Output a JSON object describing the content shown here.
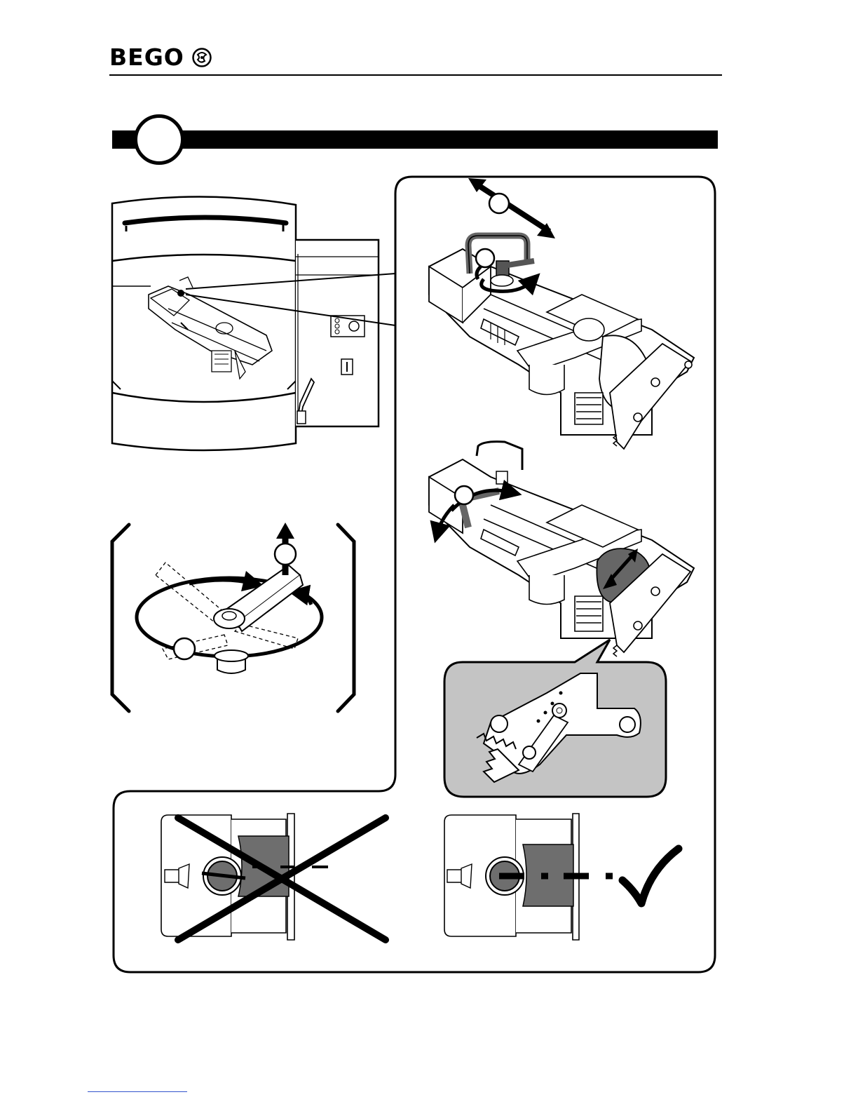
{
  "brand": {
    "name": "BEGO",
    "logo_icon": "bego-swirl-emblem-icon"
  },
  "section": {
    "number_badge": ""
  },
  "illustrations": {
    "overview": "machine-front-view-illustration",
    "handle_rotation": "handle-rotation-illustration",
    "clamp_adjust_top": "clamp-handle-adjust-illustration",
    "clamp_adjust_bottom": "clamp-lever-swing-illustration",
    "ratchet_detail": "ratchet-detail-callout",
    "incorrect_alignment": "incorrect-alignment-illustration",
    "correct_alignment": "correct-alignment-illustration"
  },
  "symbols": {
    "wrong": "cross-mark-icon",
    "right": "check-mark-icon"
  },
  "colors": {
    "ink": "#000000",
    "callout_fill": "#c4c4c4",
    "part_gray": "#6e6e6e",
    "paper": "#ffffff"
  }
}
